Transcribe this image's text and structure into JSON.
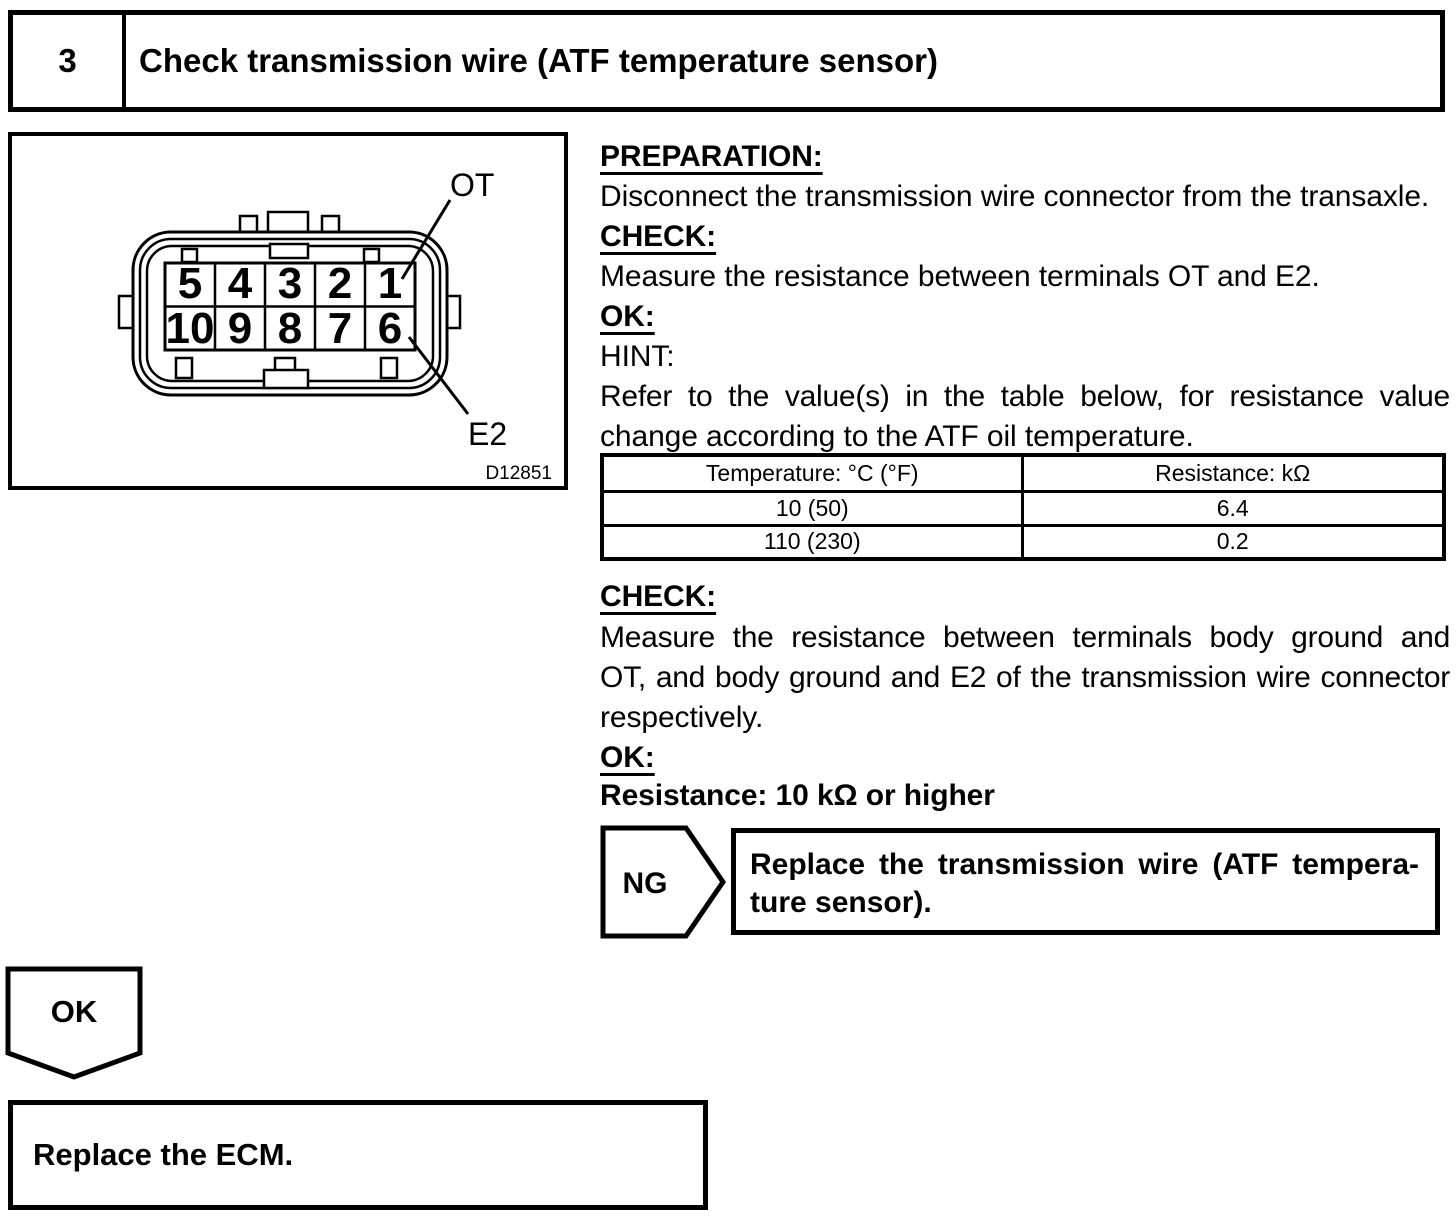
{
  "header": {
    "step_number": "3",
    "title": "Check transmission wire (ATF temperature sensor)"
  },
  "figure": {
    "pins_top": [
      "5",
      "4",
      "3",
      "2",
      "1"
    ],
    "pins_bottom": [
      "10",
      "9",
      "8",
      "7",
      "6"
    ],
    "terminal_label_top": "OT",
    "terminal_label_bottom": "E2",
    "figure_code": "D12851"
  },
  "instructions": {
    "preparation_heading": "PREPARATION:",
    "preparation_body": "Disconnect the transmission wire connector from the transaxle.",
    "check1_heading": "CHECK:",
    "check1_body": "Measure the resistance between terminals OT and E2.",
    "ok1_heading": "OK:",
    "hint_heading": "HINT:",
    "hint_line1": "Refer to the value(s) in the table below, for resistance value",
    "hint_line2": "change according to the ATF oil temperature.",
    "check2_heading": "CHECK:",
    "check2_line1": "Measure the resistance between terminals body ground and",
    "check2_line2": "OT, and body ground and E2 of the transmission wire connector",
    "check2_line3": "respectively.",
    "ok2_heading": "OK:",
    "resistance_spec": "Resistance: 10 kΩ or higher"
  },
  "table": {
    "col1_header": "Temperature: °C (°F)",
    "col2_header": "Resistance: kΩ",
    "rows": [
      [
        "10 (50)",
        "6.4"
      ],
      [
        "110 (230)",
        "0.2"
      ]
    ]
  },
  "ng_branch": {
    "label": "NG",
    "action_line1": "Replace the transmission wire (ATF tempera-",
    "action_line2": "ture sensor)."
  },
  "ok_branch": {
    "label": "OK",
    "action": "Replace the ECM."
  }
}
